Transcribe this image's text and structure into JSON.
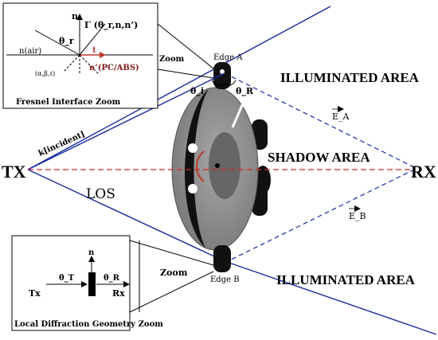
{
  "labels": {
    "tx": "TX",
    "rx": "RX",
    "los": "LOS",
    "shadow_area": "SHADOW AREA",
    "illuminated_top": "ILLUMINATED AREA",
    "illuminated_bottom": "ILLUMINATED AREA",
    "edge_a": "Edge A",
    "edge_b": "Edge B",
    "zoom_top": "Zoom",
    "zoom_bottom": "Zoom",
    "k_incident": "k[incident]",
    "theta_i": "θ_i",
    "theta_r_main": "θ_R",
    "e_a": "E_A",
    "e_b": "E_B"
  },
  "fresnel_inset": {
    "caption": "Fresnel Interface Zoom",
    "n_label": "n",
    "gamma_label": "Γ (θ_r,n,n’)",
    "theta_r": "θ_r",
    "n_air": "n(air)",
    "t_label": "t",
    "n_prime": "n’(PC/ABS)",
    "alpha_beta": "(α,β,ℓ)"
  },
  "diffraction_inset": {
    "caption": "Local Diffraction Geometry Zoom",
    "n_label": "n",
    "theta_t": "θ_T",
    "theta_r": "θ_R",
    "tx": "Tx",
    "rx": "Rx"
  },
  "colors": {
    "blue_line": "#1a2c9e",
    "red_los": "#d42a2a",
    "dark_red_text": "#8b1a1a",
    "body_gray": "#8c8c8c",
    "black": "#000000"
  }
}
